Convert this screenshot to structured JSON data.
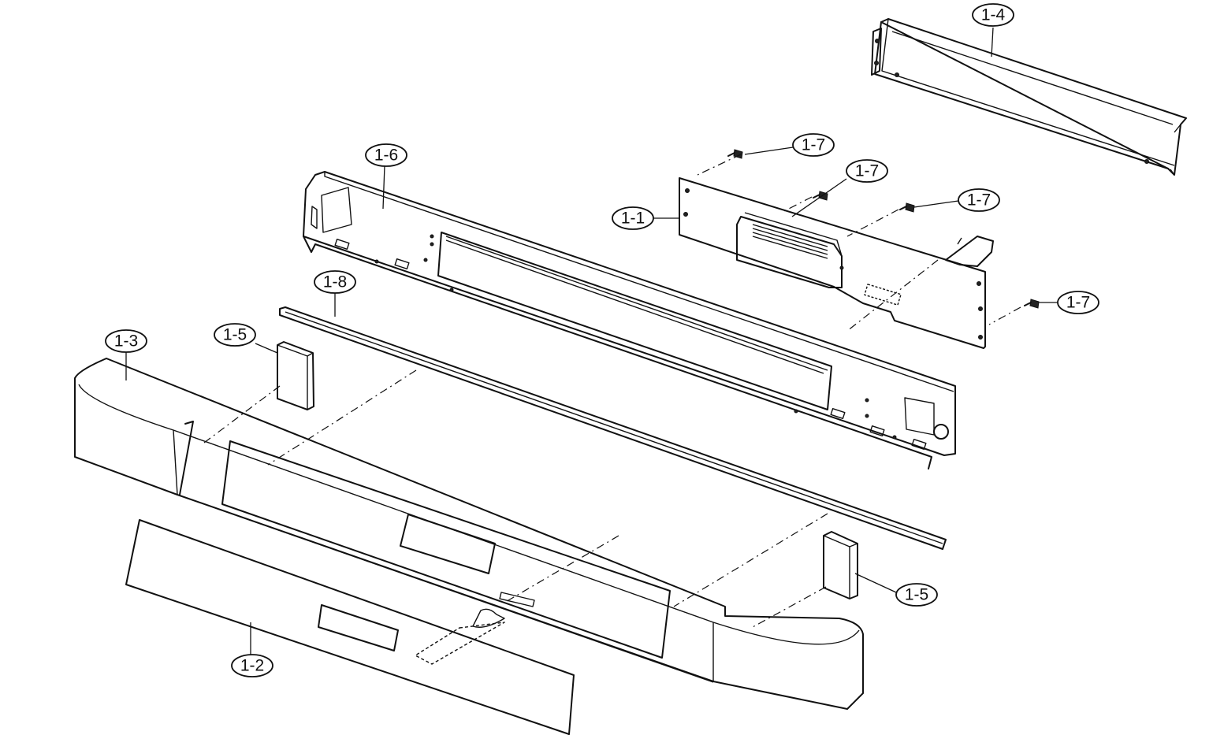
{
  "callouts": [
    {
      "id": "c-1-1",
      "label": "1-1"
    },
    {
      "id": "c-1-2",
      "label": "1-2"
    },
    {
      "id": "c-1-3",
      "label": "1-3"
    },
    {
      "id": "c-1-4",
      "label": "1-4"
    },
    {
      "id": "c-1-5a",
      "label": "1-5"
    },
    {
      "id": "c-1-5b",
      "label": "1-5"
    },
    {
      "id": "c-1-6",
      "label": "1-6"
    },
    {
      "id": "c-1-7a",
      "label": "1-7"
    },
    {
      "id": "c-1-7b",
      "label": "1-7"
    },
    {
      "id": "c-1-7c",
      "label": "1-7"
    },
    {
      "id": "c-1-7d",
      "label": "1-7"
    },
    {
      "id": "c-1-8",
      "label": "1-8"
    }
  ]
}
